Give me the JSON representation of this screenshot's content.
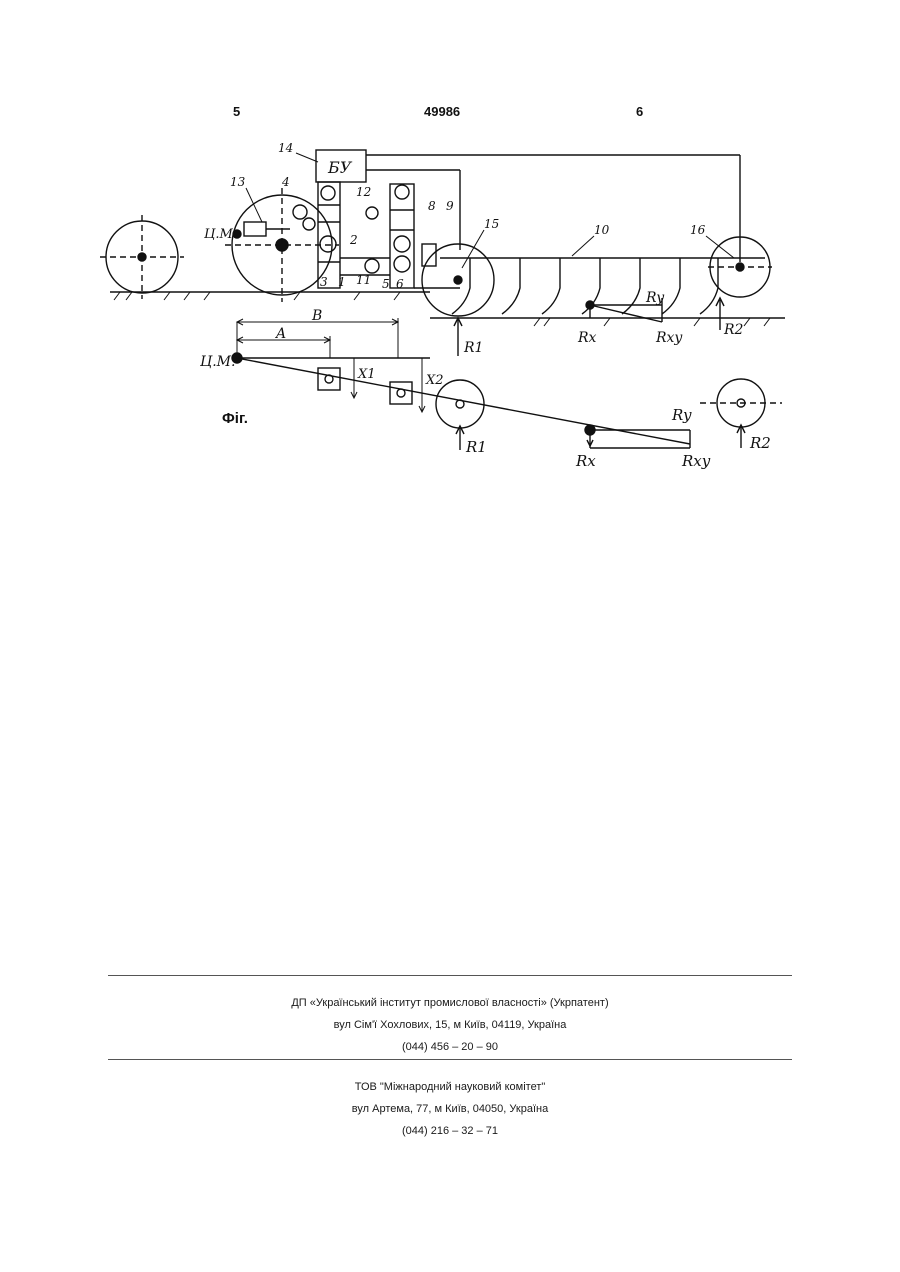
{
  "header": {
    "left_page": "5",
    "patent_number": "49986",
    "right_page": "6"
  },
  "figure": {
    "caption": "Фіг.",
    "control_block_label": "БУ",
    "callouts": [
      "14",
      "13",
      "4",
      "12",
      "2",
      "3",
      "1",
      "11",
      "8",
      "9",
      "15",
      "10",
      "16",
      "5",
      "6"
    ],
    "center_of_mass": "Ц.М.",
    "dim_A": "A",
    "dim_B": "B",
    "X1": "X1",
    "X2": "X2",
    "R1": "R1",
    "R2": "R2",
    "Rx": "Rx",
    "Ry": "Ry",
    "Rxy": "Rxy"
  },
  "imprint": {
    "publisher_line1": "ДП «Український інститут промислової власності» (Укрпатент)",
    "publisher_line2": "вул  Сім'ї Хохлових, 15, м  Київ, 04119, Україна",
    "publisher_line3": "(044) 456 – 20 –  90",
    "printer_line1": "ТОВ \"Міжнародний науковий комітет\"",
    "printer_line2": "вул  Артема, 77, м  Київ, 04050, Україна",
    "printer_line3": "(044) 216 – 32 – 71"
  }
}
